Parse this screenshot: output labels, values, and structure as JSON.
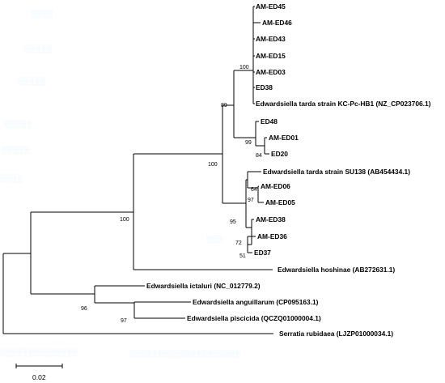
{
  "tree": {
    "taxa": {
      "am_ed45": "AM-ED45",
      "am_ed46": "AM-ED46",
      "am_ed43": "AM-ED43",
      "am_ed15": "AM-ED15",
      "am_ed03": "AM-ED03",
      "ed38": "ED38",
      "kc_pc_hb1": "Edwardsiella tarda strain KC-Pc-HB1 (NZ_CP023706.1)",
      "ed48": "ED48",
      "am_ed01": "AM-ED01",
      "ed20": "ED20",
      "su138": "Edwardsiella tarda strain SU138 (AB454434.1)",
      "am_ed06": "AM-ED06",
      "am_ed05": "AM-ED05",
      "am_ed38": "AM-ED38",
      "am_ed36": "AM-ED36",
      "ed37": "ED37",
      "hoshinae": "Edwardsiella hoshinae (AB272631.1)",
      "ictaluri": "Edwardsiella ictaluri (NC_012779.2)",
      "anguillarum": "Edwardsiella anguillarum (CP095163.1)",
      "piscicida": "Edwardsiella piscicida (QCZQ01000004.1)",
      "rubidaea": "Serratia rubidaea (LJZP01000034.1)"
    },
    "support": {
      "n100_top": "100",
      "n89": "89",
      "n99": "99",
      "n84": "84",
      "n100_mid": "100",
      "n64": "64",
      "n97_a": "97",
      "n95": "95",
      "n72": "72",
      "n51": "51",
      "n100_main": "100",
      "n96": "96",
      "n97_b": "97"
    },
    "scale_bar": {
      "label": "0.02"
    }
  },
  "colors": {
    "lines": "#000000",
    "ghost_text": "#cfe6f7"
  }
}
